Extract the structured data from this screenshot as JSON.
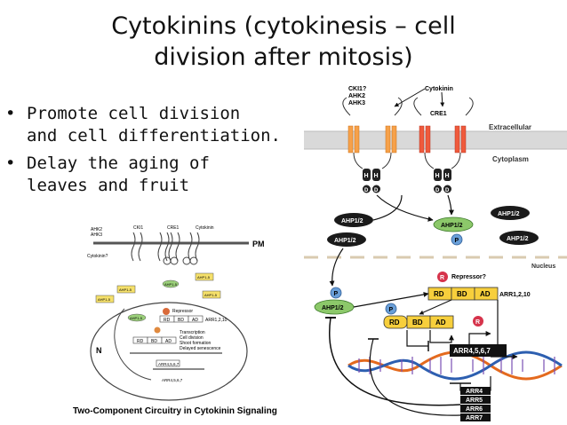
{
  "title": {
    "line1": "Cytokinins (cytokinesis – cell",
    "line2": "division after mitosis)"
  },
  "bullets": [
    "Promote cell division and cell differentiation.",
    "Delay the aging of leaves and fruit"
  ],
  "bullet_lines": [
    [
      "Promote cell division",
      "and cell differentiation."
    ],
    [
      "Delay the aging of",
      "leaves and fruit"
    ]
  ],
  "small_diagram": {
    "caption": "Two-Component Circuitry in Cytokinin Signaling",
    "pm": "PM",
    "n": "N",
    "receptors_left": [
      "AHK2",
      "AHK3"
    ],
    "cki1": "CKI1",
    "cre1": "CRE1",
    "cytokinin": "Cytokinin",
    "cytokinin_q": "Cytokinin?",
    "ahp": "AHP1-5",
    "repressor": "Repressor",
    "rd": "RD",
    "bd": "BD",
    "ad": "AD",
    "arr_b": "ARR1,2,10",
    "transcription": [
      "Transcription",
      "Cell division",
      "Shoot formation",
      "Delayed senescence"
    ],
    "arr_a": "ARR4,5,6,7",
    "r": "R",
    "p": "P"
  },
  "big_diagram": {
    "cki1": "CKI1?",
    "ahk2": "AHK2",
    "ahk3": "AHK3",
    "cytokinin": "Cytokinin",
    "cre1": "CRE1",
    "extracellular": "Extracellular",
    "cytoplasm": "Cytoplasm",
    "nucleus": "Nucleus",
    "ahp": "AHP1/2",
    "repressor": "Repressor?",
    "rd": "RD",
    "bd": "BD",
    "ad": "AD",
    "arr_b": "ARR1,2,10",
    "arr_a": "ARR4,5,6,7",
    "h": "H",
    "d": "D",
    "p": "P",
    "r": "R",
    "arr_list": [
      "ARR4",
      "ARR5",
      "ARR6",
      "ARR7"
    ]
  }
}
